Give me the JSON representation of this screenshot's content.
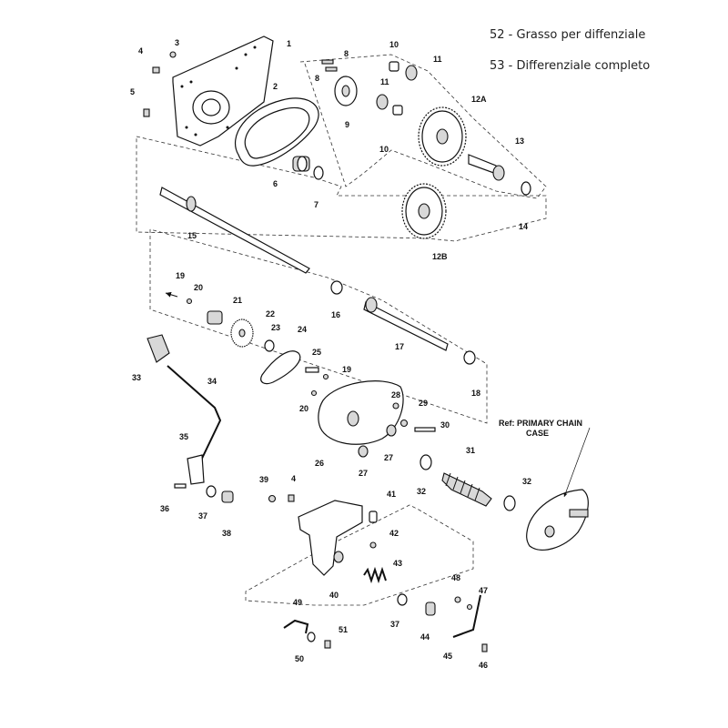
{
  "legend": {
    "item_52": "52 - Grasso per diffenziale",
    "item_53": "53 - Differenziale completo"
  },
  "reference_note": {
    "line1": "Ref: PRIMARY CHAIN",
    "line2": "CASE"
  },
  "callouts": {
    "c1": "1",
    "c2": "2",
    "c3": "3",
    "c4a": "4",
    "c5": "5",
    "c6": "6",
    "c7": "7",
    "c8a": "8",
    "c8b": "8",
    "c9": "9",
    "c10a": "10",
    "c10b": "10",
    "c11a": "11",
    "c11b": "11",
    "c12a": "12A",
    "c12b": "12B",
    "c13": "13",
    "c14": "14",
    "c15": "15",
    "c16": "16",
    "c17": "17",
    "c18": "18",
    "c19a": "19",
    "c19b": "19",
    "c20a": "20",
    "c20b": "20",
    "c21": "21",
    "c22": "22",
    "c23": "23",
    "c24": "24",
    "c25": "25",
    "c26": "26",
    "c27a": "27",
    "c27b": "27",
    "c28": "28",
    "c29": "29",
    "c30": "30",
    "c31": "31",
    "c32a": "32",
    "c32b": "32",
    "c33": "33",
    "c34": "34",
    "c35": "35",
    "c36": "36",
    "c37a": "37",
    "c37b": "37",
    "c38": "38",
    "c39": "39",
    "c4b": "4",
    "c40": "40",
    "c41": "41",
    "c42": "42",
    "c43": "43",
    "c44": "44",
    "c45": "45",
    "c46": "46",
    "c47": "47",
    "c48": "48",
    "c49": "49",
    "c50": "50",
    "c51": "51"
  }
}
